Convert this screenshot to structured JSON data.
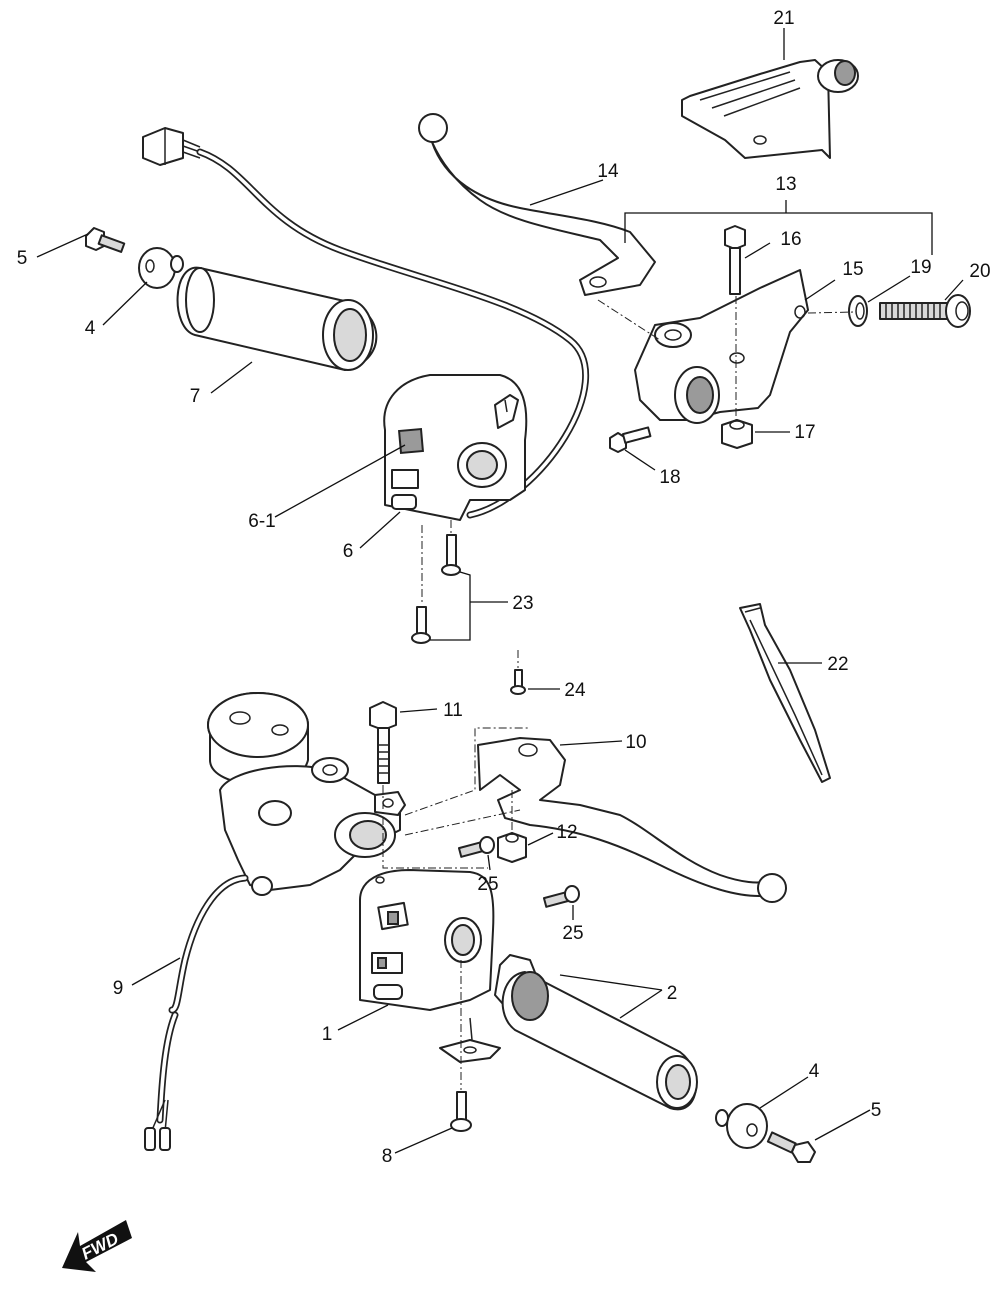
{
  "callouts": {
    "c1": "1",
    "c2": "2",
    "c4a": "4",
    "c4b": "4",
    "c5a": "5",
    "c5b": "5",
    "c6": "6",
    "c6_1": "6-1",
    "c7": "7",
    "c8": "8",
    "c9": "9",
    "c10": "10",
    "c11": "11",
    "c12": "12",
    "c13": "13",
    "c14": "14",
    "c15": "15",
    "c16": "16",
    "c17": "17",
    "c18": "18",
    "c19": "19",
    "c20": "20",
    "c21": "21",
    "c22": "22",
    "c23": "23",
    "c24": "24",
    "c25a": "25",
    "c25b": "25"
  },
  "fwd_label": "FWD"
}
